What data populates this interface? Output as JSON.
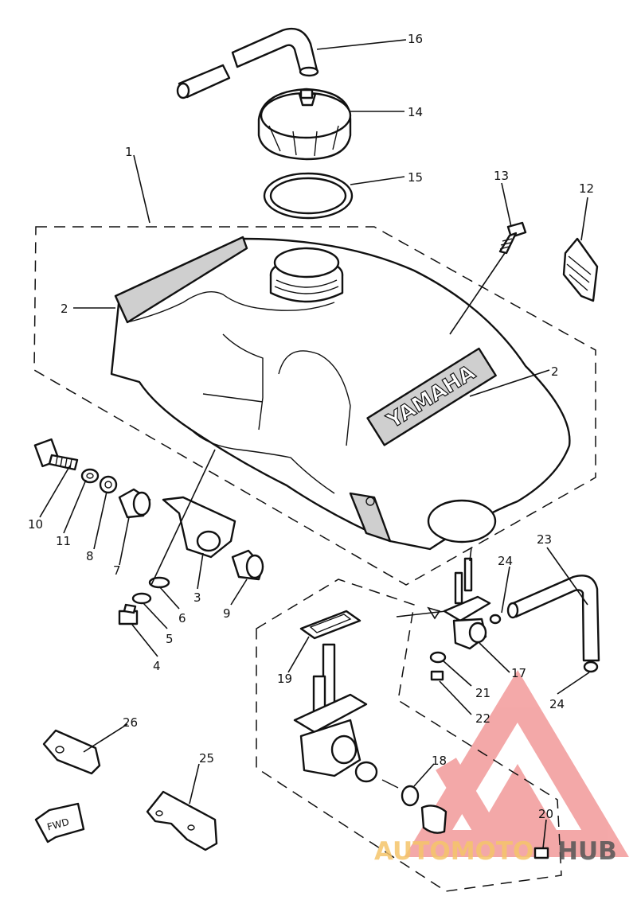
{
  "callouts": {
    "c1": "1",
    "c2a": "2",
    "c2b": "2",
    "c3": "3",
    "c4": "4",
    "c5": "5",
    "c6": "6",
    "c7": "7",
    "c8": "8",
    "c9": "9",
    "c10": "10",
    "c11": "11",
    "c12": "12",
    "c13": "13",
    "c14": "14",
    "c15": "15",
    "c16": "16",
    "c17": "17",
    "c18": "18",
    "c19": "19",
    "c20": "20",
    "c21": "21",
    "c22": "22",
    "c23": "23",
    "c24a": "24",
    "c24b": "24",
    "c25": "25",
    "c26": "26"
  },
  "tank_brand": "YAMAHA",
  "direction_mark": "FWD",
  "watermark": {
    "text_left": "AUTOMOTO",
    "text_right": "HUB",
    "color_accent": "#f08c8c",
    "color_text_left": "#f5c56a",
    "color_text_right": "#555555"
  },
  "colors": {
    "ink": "#111111",
    "paper": "#ffffff"
  }
}
